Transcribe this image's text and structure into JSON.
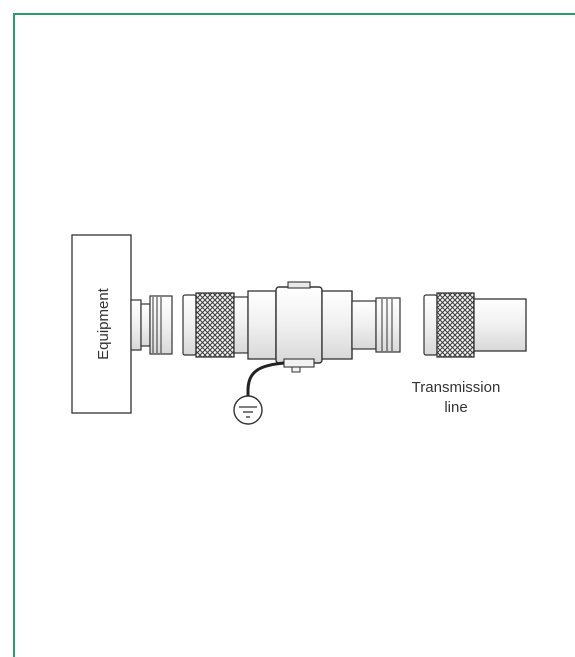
{
  "labels": {
    "equipment": "Equipment",
    "transmission_line_1": "Transmission",
    "transmission_line_2": "line"
  },
  "colors": {
    "frame_border": "#2e9a6e",
    "stroke": "#333333",
    "fill_light": "#f2f2f2",
    "fill_mid": "#e2e2e2"
  }
}
